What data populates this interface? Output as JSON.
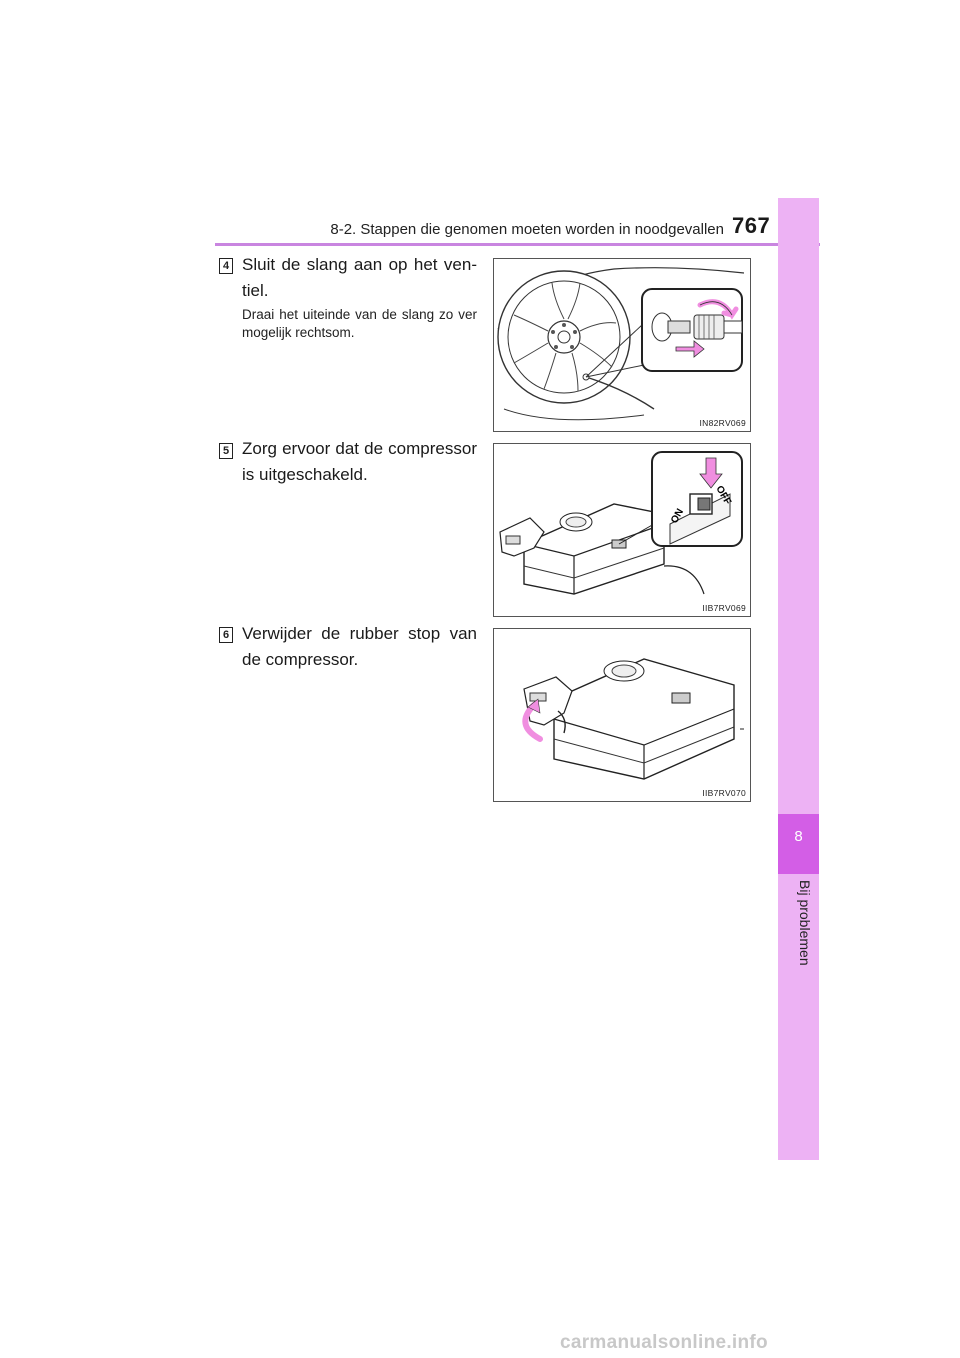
{
  "header": {
    "section_title": "8-2. Stappen die genomen moeten worden in noodgevallen",
    "page_number": "767"
  },
  "side_tab": {
    "chapter_number": "8",
    "chapter_label": "Bij problemen"
  },
  "steps": [
    {
      "number": "4",
      "text": "Sluit de slang aan op het ven-tiel.",
      "subtext": "Draai het uiteinde van de slang zo ver mogelijk rechtsom.",
      "figure_code": "IN82RV069"
    },
    {
      "number": "5",
      "text": "Zorg ervoor dat de compressor is uitgeschakeld.",
      "figure_code": "IIB7RV069",
      "switch_labels": [
        "ON",
        "OFF"
      ]
    },
    {
      "number": "6",
      "text": "Verwijder de rubber stop van de compressor.",
      "figure_code": "IIB7RV070"
    }
  ],
  "colors": {
    "accent_pink": "#edb2f4",
    "accent_magenta": "#d35ee6",
    "rule": "#c985e0",
    "arrow": "#f08ee0"
  },
  "watermark": "carmanualsonline.info"
}
